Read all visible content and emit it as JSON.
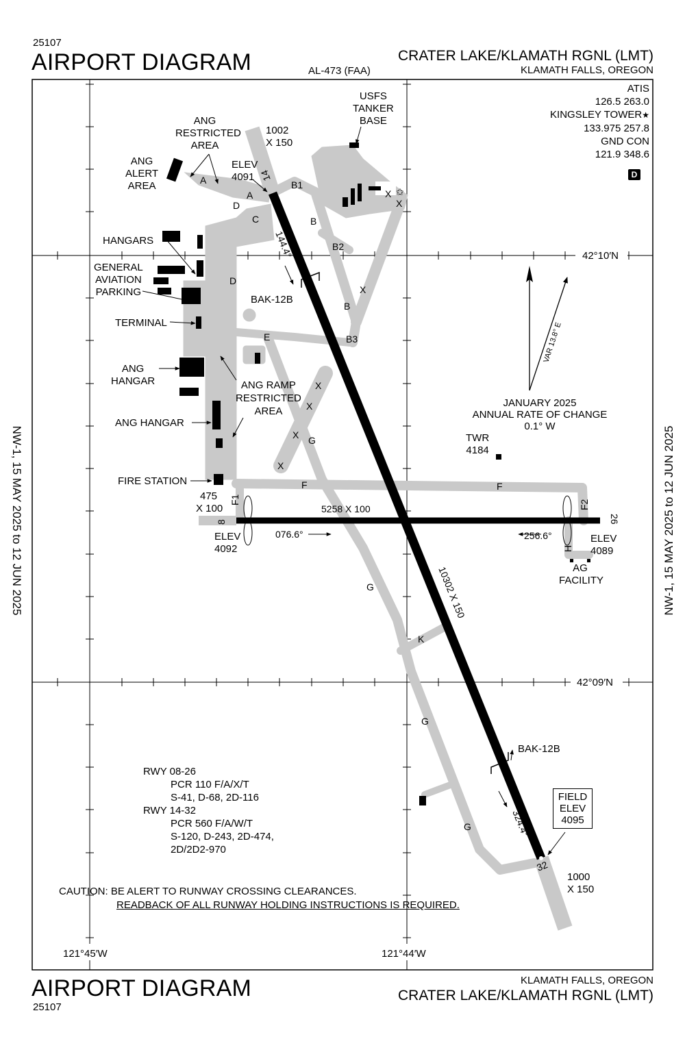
{
  "header": {
    "chart_number": "25107",
    "title": "AIRPORT DIAGRAM",
    "agency": "AL-473 (FAA)",
    "airport": "CRATER LAKE/KLAMATH RGNL (LMT)",
    "city": "KLAMATH FALLS, OREGON"
  },
  "footer": {
    "chart_number": "25107",
    "title": "AIRPORT DIAGRAM",
    "airport": "CRATER LAKE/KLAMATH RGNL (LMT)",
    "city": "KLAMATH FALLS, OREGON"
  },
  "validity": {
    "left": "NW-1, 15 MAY 2025 to 12 JUN 2025",
    "right": "NW-1, 15 MAY 2025 to 12 JUN 2025"
  },
  "frequencies": {
    "atis_label": "ATIS",
    "atis_freq": "126.5 263.0",
    "tower_label": "KINGSLEY TOWER",
    "tower_freq": "133.975 257.8",
    "gnd_label": "GND CON",
    "gnd_freq": "121.9 348.6",
    "dep_badge": "D"
  },
  "grid": {
    "lat_top": "42°10′N",
    "lat_bottom": "42°09′N",
    "lon_left": "121°45′W",
    "lon_right": "121°44′W"
  },
  "magnetic": {
    "var": "VAR 13.8° E",
    "rate_l1": "JANUARY 2025",
    "rate_l2": "ANNUAL RATE OF CHANGE",
    "rate_l3": "0.1° W"
  },
  "labels": {
    "usfs_l1": "USFS",
    "usfs_l2": "TANKER",
    "usfs_l3": "BASE",
    "ang_restr_l1": "ANG",
    "ang_restr_l2": "RESTRICTED",
    "ang_restr_l3": "AREA",
    "ang_alert_l1": "ANG",
    "ang_alert_l2": "ALERT",
    "ang_alert_l3": "AREA",
    "hangars": "HANGARS",
    "ga_l1": "GENERAL",
    "ga_l2": "AVIATION",
    "ga_l3": "PARKING",
    "terminal": "TERMINAL",
    "ang_hangar_l1": "ANG",
    "ang_hangar_l2": "HANGAR",
    "ang_hangar2": "ANG HANGAR",
    "ang_ramp_l1": "ANG RAMP",
    "ang_ramp_l2": "RESTRICTED",
    "ang_ramp_l3": "AREA",
    "fire_station": "FIRE STATION",
    "twr_l1": "TWR",
    "twr_l2": "4184",
    "ag_l1": "AG",
    "ag_l2": "FACILITY",
    "bak_top": "BAK-12B",
    "bak_bottom": "BAK-12B",
    "field_elev_l1": "FIELD",
    "field_elev_l2": "ELEV",
    "field_elev_l3": "4095"
  },
  "runways": {
    "rwy14_num": "14",
    "rwy32_num": "32",
    "rwy8_num": "8",
    "rwy26_num": "26",
    "rwy1432_dim": "10302 X 150",
    "rwy0826_dim": "5258 X 100",
    "hdg_144": "144.4°",
    "hdg_324": "324.4°",
    "hdg_076": "076.6°",
    "hdg_256": "256.6°",
    "elev14_l1": "ELEV",
    "elev14_l2": "4091",
    "elev8_l1": "ELEV",
    "elev8_l2": "4092",
    "elev26_l1": "ELEV",
    "elev26_l2": "4089",
    "ovr14_l1": "1002",
    "ovr14_l2": "X 150",
    "ovr32_l1": "1000",
    "ovr32_l2": "X 150",
    "ovr8_l1": "475",
    "ovr8_l2": "X 100"
  },
  "taxiways": {
    "A": "A",
    "B": "B",
    "B1": "B1",
    "B2": "B2",
    "B3": "B3",
    "C": "C",
    "D": "D",
    "E": "E",
    "F": "F",
    "F1": "F1",
    "F2": "F2",
    "G": "G",
    "H": "H",
    "K": "K",
    "X": "X"
  },
  "pcr": {
    "l1": "RWY 08-26",
    "l2": "PCR 110 F/A/X/T",
    "l3": "S-41, D-68, 2D-116",
    "l4": "RWY 14-32",
    "l5": "PCR 560 F/A/W/T",
    "l6": "S-120, D-243, 2D-474,",
    "l7": "2D/2D2-970"
  },
  "caution": {
    "l1": "CAUTION: BE ALERT TO RUNWAY CROSSING CLEARANCES.",
    "l2": "READBACK OF ALL RUNWAY HOLDING INSTRUCTIONS IS REQUIRED."
  },
  "colors": {
    "pavement": "#c9c9c9",
    "runway": "#000000",
    "frame": "#000000"
  }
}
